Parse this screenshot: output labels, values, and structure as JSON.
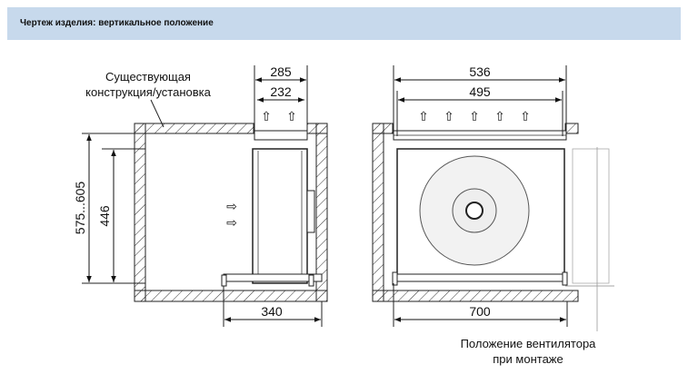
{
  "header": {
    "title": "Чертеж изделия: вертикальное положение"
  },
  "annotations": {
    "existing_structure_line1": "Существующая",
    "existing_structure_line2": "конструкция/установка",
    "fan_position_line1": "Положение вентилятора",
    "fan_position_line2": "при монтаже"
  },
  "dimensions": {
    "width_outer_left": "285",
    "width_inner_left": "232",
    "height_range": "575...605",
    "height_inner": "446",
    "depth_bottom": "340",
    "width_outer_right": "536",
    "width_inner_right": "495",
    "width_bottom_right": "700"
  },
  "colors": {
    "header_bg": "#c7d9ec",
    "line": "#222222",
    "fan_fill": "#f2f2f2"
  }
}
